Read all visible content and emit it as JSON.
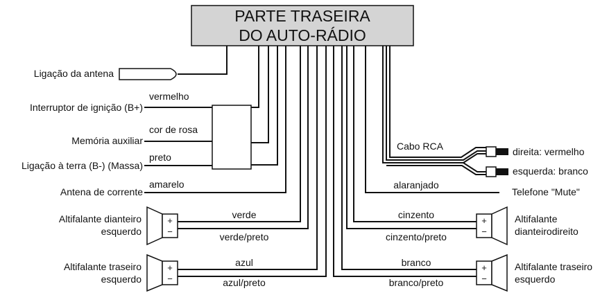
{
  "header": {
    "line1": "PARTE TRASEIRA",
    "line2": "DO AUTO-RÁDIO"
  },
  "left": {
    "antenna": "Ligação da antena",
    "ignition": "Interruptor de ignição (B+)",
    "memory": "Memória auxiliar",
    "ground": "Ligação à terra (B-) (Massa)",
    "power_antenna": "Antena de corrente",
    "front_left_line1": "Altifalante dianteiro",
    "front_left_line2": "esquerdo",
    "rear_left_line1": "Altifalante traseiro",
    "rear_left_line2": "esquerdo"
  },
  "wires": {
    "red": "vermelho",
    "pink": "cor de rosa",
    "black": "preto",
    "yellow": "amarelo",
    "green": "verde",
    "green_black": "verde/preto",
    "blue": "azul",
    "blue_black": "azul/preto",
    "orange": "alaranjado",
    "grey": "cinzento",
    "grey_black": "cinzento/preto",
    "white": "branco",
    "white_black": "branco/preto"
  },
  "right": {
    "rca": "Cabo RCA",
    "rca_right": "direita: vermelho",
    "rca_left": "esquerda: branco",
    "mute": "Telefone \"Mute\"",
    "front_right_line1": "Altifalante",
    "front_right_line2": "dianteirodireito",
    "rear_right_line1": "Altifalante traseiro",
    "rear_right_line2": "esquerdo"
  },
  "symbols": {
    "plus": "+",
    "minus": "−"
  },
  "colors": {
    "header_fill": "#d4d4d4",
    "line": "#111111"
  }
}
